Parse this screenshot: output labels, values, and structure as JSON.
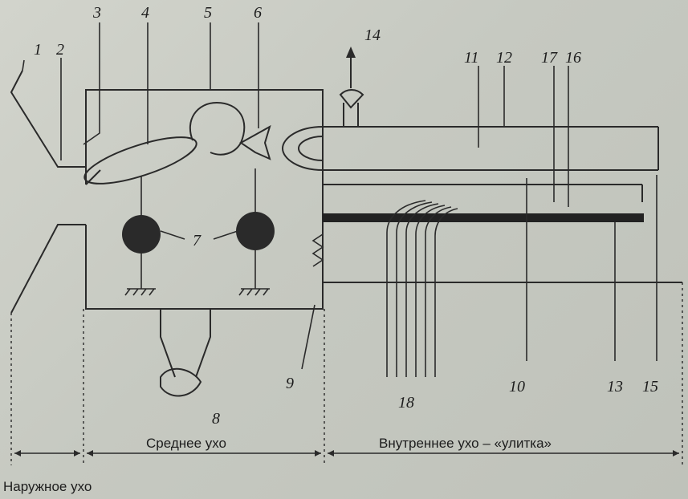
{
  "labels": {
    "n1": "1",
    "n2": "2",
    "n3": "3",
    "n4": "4",
    "n5": "5",
    "n6": "6",
    "n7": "7",
    "n8": "8",
    "n9": "9",
    "n10": "10",
    "n11": "11",
    "n12": "12",
    "n13": "13",
    "n14": "14",
    "n15": "15",
    "n16": "16",
    "n17": "17",
    "n18": "18"
  },
  "sections": {
    "outer_ear": "Наружное ухо",
    "middle_ear": "Среднее ухо",
    "inner_ear": "Внутреннее ухо – «улитка»"
  },
  "colors": {
    "ink": "#2a2a2a",
    "paper": "#c9ccc4"
  }
}
